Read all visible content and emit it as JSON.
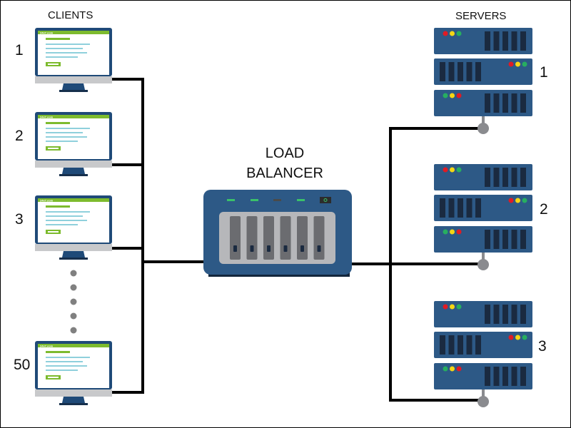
{
  "clients": {
    "heading": "CLIENTS",
    "screen_logo_text": "24x7.com",
    "items": [
      {
        "label": "1"
      },
      {
        "label": "2"
      },
      {
        "label": "3"
      },
      {
        "label": "50"
      }
    ],
    "ellipsis_dots": 5
  },
  "servers": {
    "heading": "SERVERS",
    "items": [
      {
        "label": "1"
      },
      {
        "label": "2"
      },
      {
        "label": "3"
      }
    ]
  },
  "load_balancer": {
    "line1": "LOAD",
    "line2": "BALANCER"
  },
  "colors": {
    "server_blue": "#2d5986",
    "slot_dark": "#1a2a40",
    "monitor_bezel": "#1f4a78",
    "screen_green": "#7dbb2e",
    "screen_lines": "#8fd0dc",
    "lb_panel": "#b6b7ba",
    "lb_drive": "#6b6c70",
    "led_red": "#e01b24",
    "led_yellow": "#f5d614",
    "led_green": "#27ae60",
    "connector_gray": "#8a8b8f",
    "wire": "#000000"
  }
}
